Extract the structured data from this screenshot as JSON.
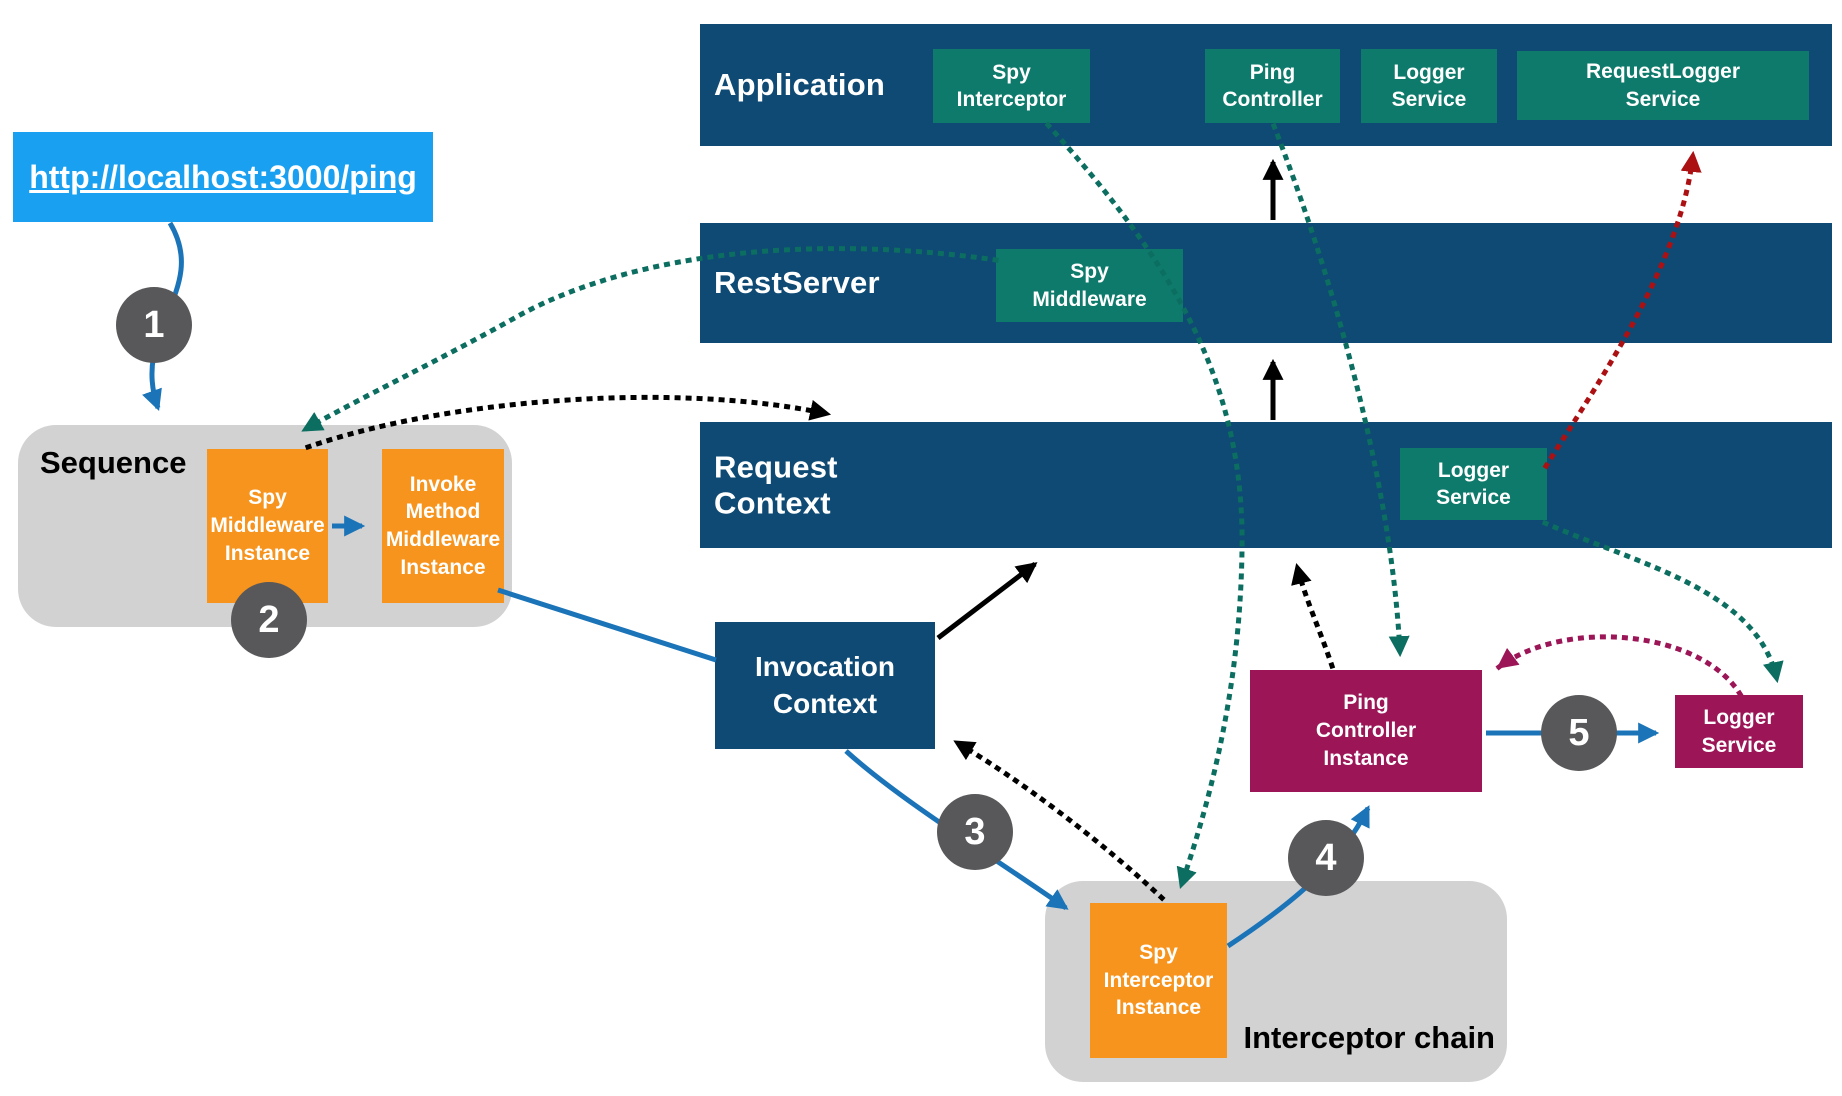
{
  "request": {
    "url": "http://localhost:3000/ping"
  },
  "steps": [
    "1",
    "2",
    "3",
    "4",
    "5"
  ],
  "layers": {
    "application": {
      "label": "Application",
      "components": [
        {
          "lines": [
            "Spy",
            "Interceptor"
          ]
        },
        {
          "lines": [
            "Ping",
            "Controller"
          ]
        },
        {
          "lines": [
            "Logger",
            "Service"
          ]
        },
        {
          "lines": [
            "RequestLogger",
            "Service"
          ]
        }
      ]
    },
    "rest_server": {
      "label": "RestServer",
      "components": [
        {
          "lines": [
            "Spy",
            "Middleware"
          ]
        }
      ]
    },
    "request_context": {
      "label": "Request\nContext",
      "components": [
        {
          "lines": [
            "Logger",
            "Service"
          ]
        }
      ]
    }
  },
  "sequence": {
    "label": "Sequence",
    "boxes": [
      {
        "lines": [
          "Spy",
          "Middleware",
          "Instance"
        ]
      },
      {
        "lines": [
          "Invoke",
          "Method",
          "Middleware",
          "Instance"
        ]
      }
    ]
  },
  "invocation_context": {
    "lines": [
      "Invocation",
      "Context"
    ]
  },
  "interceptor_chain": {
    "label": "Interceptor chain",
    "boxes": [
      {
        "lines": [
          "Spy",
          "Interceptor",
          "Instance"
        ]
      }
    ]
  },
  "instances": {
    "ping_controller": {
      "lines": [
        "Ping",
        "Controller",
        "Instance"
      ]
    },
    "logger_service": {
      "lines": [
        "Logger",
        "Service"
      ]
    }
  },
  "colors": {
    "navy": "#0e4a73",
    "teal": "#0e7a6b",
    "orange": "#f7941e",
    "magenta": "#9b1557",
    "light_gray": "#d2d2d3",
    "step_gray": "#58585a",
    "link_blue": "#1aa0f0",
    "arrow_blue": "#1b74b8",
    "dotted_teal": "#0c6e60",
    "dotted_red": "#ab1113",
    "dotted_magenta": "#9b1557",
    "arrow_black": "#000000"
  }
}
